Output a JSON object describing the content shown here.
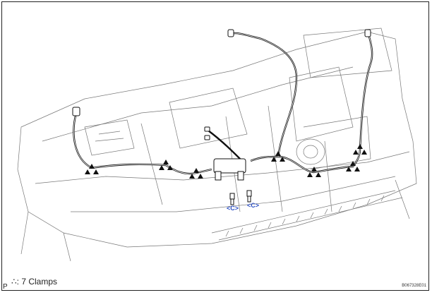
{
  "figure": {
    "legend_symbol": "∴",
    "legend_text": "7 Clamps",
    "page_marker": "P",
    "figure_code": "B067328E01",
    "bolt_callouts": [
      "<C>",
      "<C>"
    ],
    "clamp_count": 7,
    "callout_color": "#2b4fc4"
  }
}
